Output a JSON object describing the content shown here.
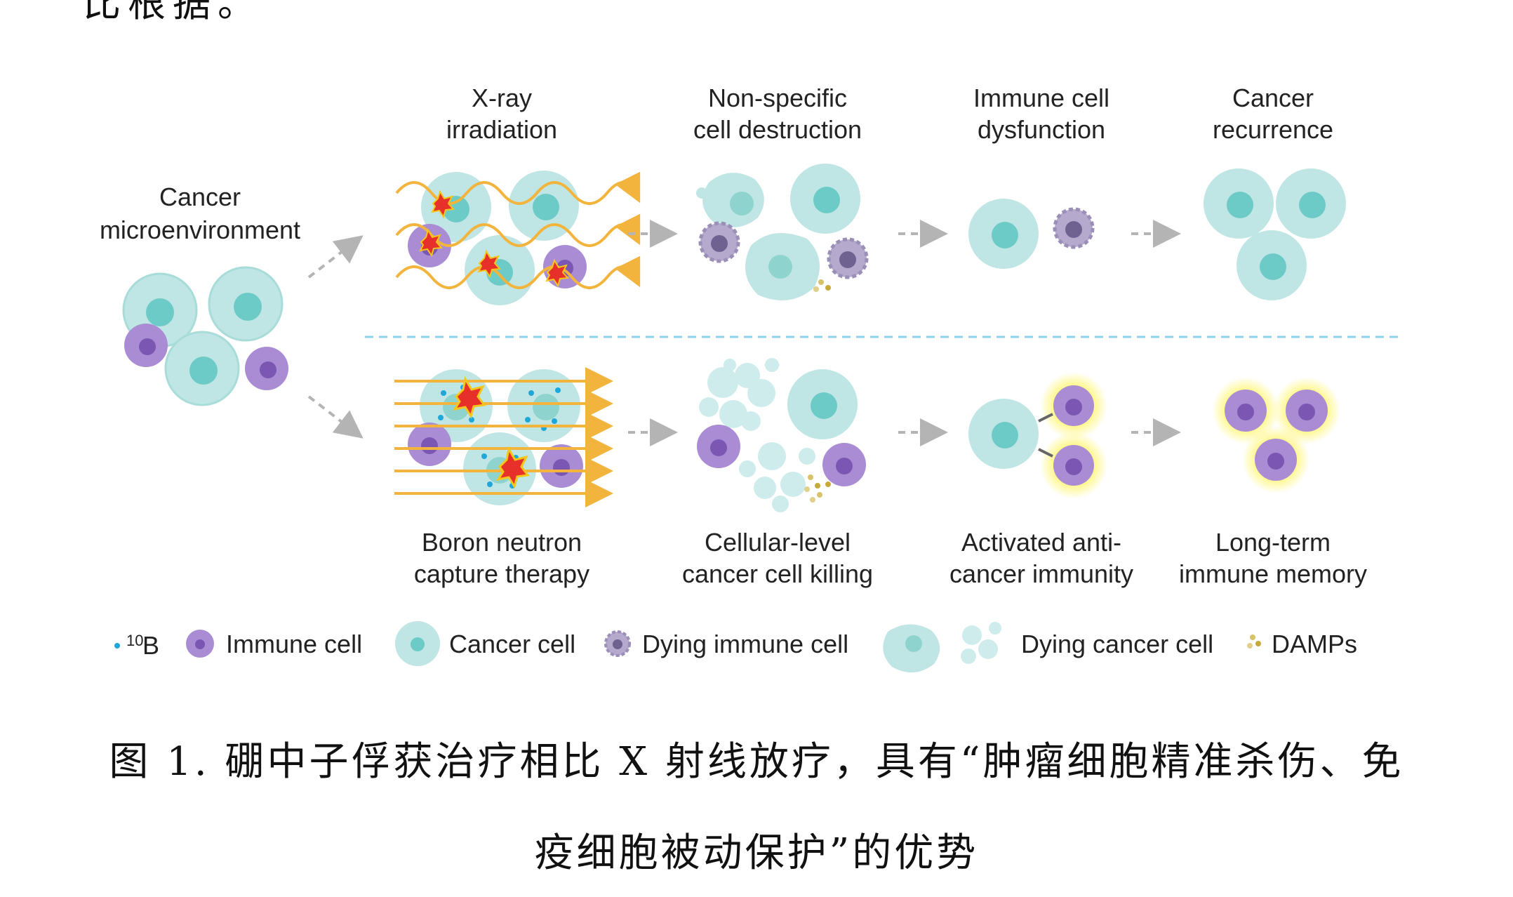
{
  "top_fragment": "比根据。",
  "labels": {
    "xray_title": [
      "X-ray",
      "irradiation"
    ],
    "nonspecific": [
      "Non-specific",
      "cell destruction"
    ],
    "immune_dys": [
      "Immune cell",
      "dysfunction"
    ],
    "recurrence": [
      "Cancer",
      "recurrence"
    ],
    "microenv": [
      "Cancer",
      "microenvironment"
    ],
    "bnct": [
      "Boron neutron",
      "capture therapy"
    ],
    "cellular": [
      "Cellular-level",
      "cancer cell killing"
    ],
    "activated": [
      "Activated anti-",
      "cancer immunity"
    ],
    "memory": [
      "Long-term",
      "immune memory"
    ]
  },
  "legend": {
    "boron": "B",
    "boron_sup": "10",
    "immune_cell": "Immune cell",
    "cancer_cell": "Cancer cell",
    "dying_immune": "Dying immune cell",
    "dying_cancer": "Dying cancer cell",
    "damps": "DAMPs"
  },
  "caption": {
    "line1": "图 1. 硼中子俘获治疗相比 X 射线放疗，具有“肿瘤细胞精准杀伤、免",
    "line2": "疫细胞被动保护”的优势"
  },
  "colors": {
    "cancer_fill": "#bfe6e4",
    "cancer_nucleus": "#6ccbc6",
    "immune_fill": "#a98cd3",
    "immune_nucleus": "#7b57b3",
    "beam": "#f2b43c",
    "boron_dot": "#1ea7d8",
    "divider": "#8fd3ea",
    "arrow": "#b4b4b4",
    "glow": "#fff45c"
  }
}
